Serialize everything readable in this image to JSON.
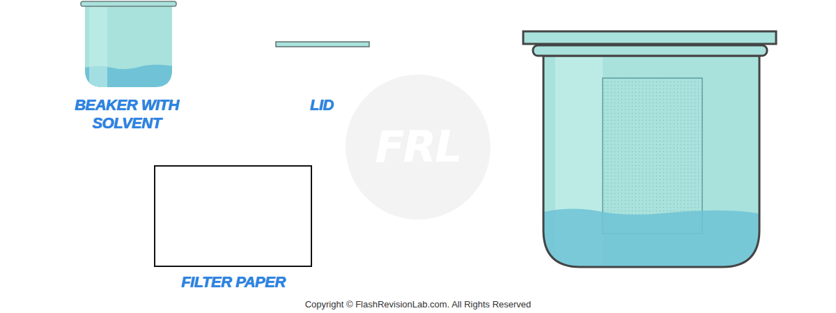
{
  "diagram": {
    "labels": [
      "BEAKER WITH SOLVENT",
      "LID",
      "FILTER PAPER",
      "FRL",
      "Copyright © FlashRevisionLab.com. All Rights Reserved"
    ]
  }
}
